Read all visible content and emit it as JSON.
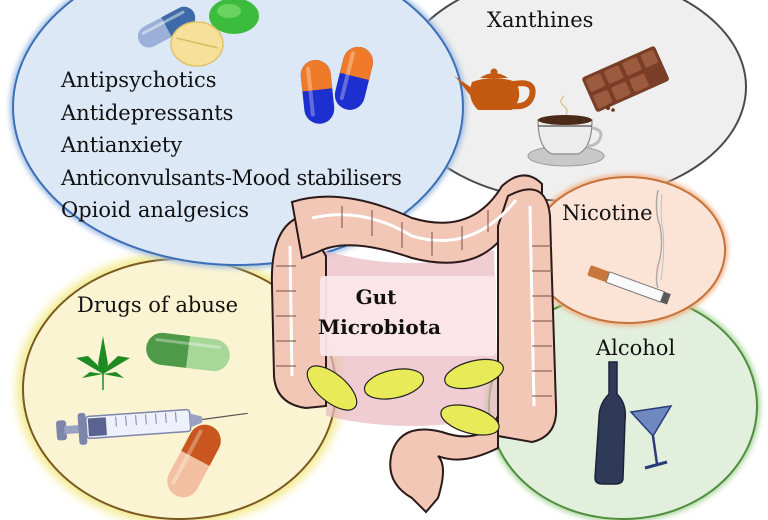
{
  "diagram": {
    "title": "Gut Microbiota",
    "center": {
      "line1": "Gut",
      "line2": "Microbiota",
      "icon": "colon-with-bacteria-icon"
    },
    "groups": [
      {
        "id": "psychotropics",
        "items": [
          "Antipsychotics",
          "Antidepressants",
          "Antianxiety",
          "Anticonvulsants-Mood stabilisers",
          "Opioid analgesics"
        ],
        "fill": "#dce8f5",
        "border": "#3b6fb6",
        "icons": [
          "pill-capsule-icon",
          "tablet-icon",
          "capsule-icon"
        ]
      },
      {
        "id": "xanthines",
        "label": "Xanthines",
        "fill": "#efefef",
        "border": "#555555",
        "icons": [
          "teapot-icon",
          "chocolate-bar-icon",
          "coffee-cup-icon"
        ]
      },
      {
        "id": "nicotine",
        "label": "Nicotine",
        "fill": "#fbe3d6",
        "border": "#d07a3a",
        "icons": [
          "cigarette-icon"
        ]
      },
      {
        "id": "alcohol",
        "label": "Alcohol",
        "fill": "#e2efdc",
        "border": "#5a9a48",
        "icons": [
          "wine-bottle-icon",
          "cocktail-glass-icon"
        ]
      },
      {
        "id": "drugs-of-abuse",
        "label": "Drugs of abuse",
        "fill": "#fbf3cf",
        "border": "#8a6a2a",
        "icons": [
          "cannabis-leaf-icon",
          "capsule-icon",
          "syringe-icon"
        ]
      }
    ]
  }
}
